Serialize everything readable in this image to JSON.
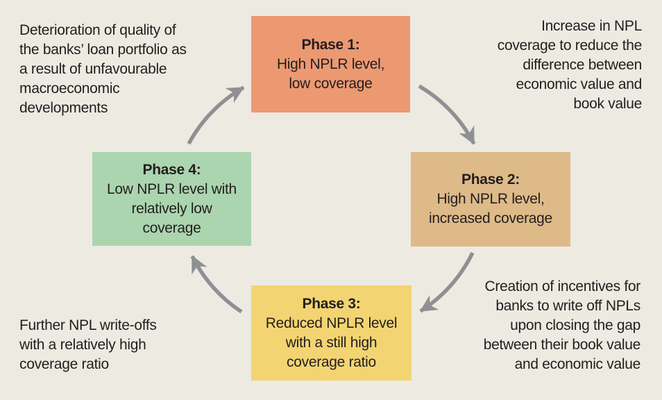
{
  "diagram": {
    "background_color": "#EDEAE2",
    "text_color": "#221E1F",
    "arrow_color": "#8E9093"
  },
  "phases": [
    {
      "title": "Phase 1:",
      "lines": [
        "High NPLR level,",
        "low coverage"
      ],
      "color": "#EC9972"
    },
    {
      "title": "Phase 2:",
      "lines": [
        "High NPLR level,",
        "increased coverage"
      ],
      "color": "#DEBA88"
    },
    {
      "title": "Phase 3:",
      "lines": [
        "Reduced NPLR level",
        "with a still high",
        "coverage ratio"
      ],
      "color": "#F3D472"
    },
    {
      "title": "Phase 4:",
      "lines": [
        "Low NPLR level with",
        "relatively low",
        "coverage"
      ],
      "color": "#ABD5AE"
    }
  ],
  "annotations": {
    "top_left": {
      "lines": [
        "Deterioration of quality of",
        "the banks’ loan portfolio as",
        "a result of unfavourable",
        "macroeconomic",
        "developments"
      ]
    },
    "top_right": {
      "lines": [
        "Increase in NPL",
        "coverage to reduce the",
        "difference between",
        "economic value and",
        "book value"
      ]
    },
    "bottom_right": {
      "lines": [
        "Creation of incentives for",
        "banks to write off NPLs",
        "upon closing the gap",
        "between their book value",
        "and economic value"
      ]
    },
    "bottom_left": {
      "lines": [
        "Further NPL write-offs",
        "with a relatively high",
        "coverage ratio"
      ]
    }
  }
}
